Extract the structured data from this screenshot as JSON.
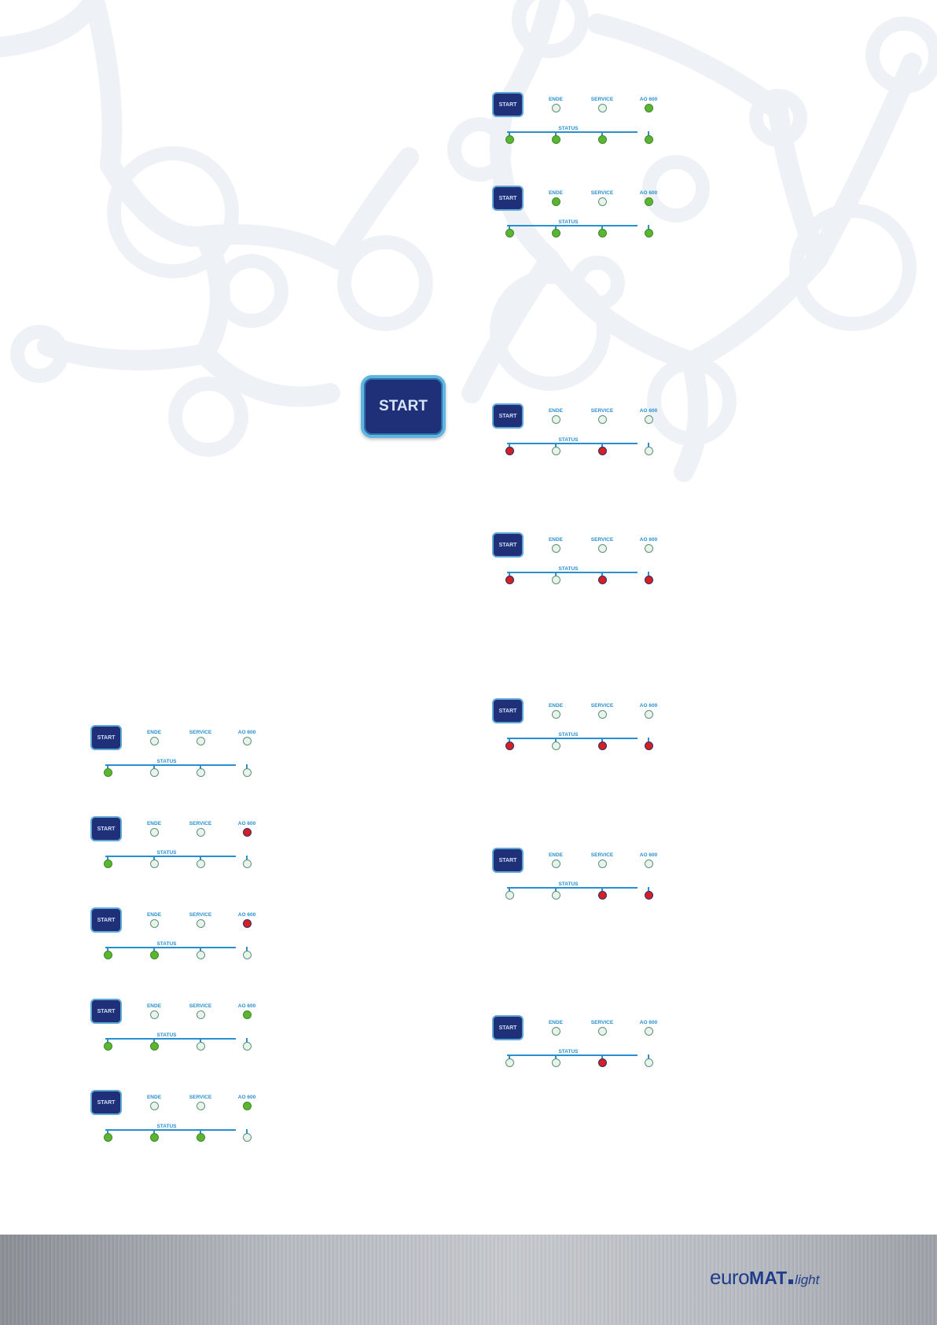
{
  "labels": {
    "start": "START",
    "ende": "ENDE",
    "service": "SERVICE",
    "ao600": "AO 600",
    "status": "STATUS"
  },
  "big_start_label": "START",
  "brand": {
    "euro": "euro",
    "mat": "MAT",
    "light": "light"
  },
  "colors": {
    "led_green": "#5cb532",
    "led_red": "#d61f20",
    "led_off": "#e9f4e7",
    "accent_blue": "#2a8fd0",
    "button_navy": "#1f2f78",
    "brand_blue": "#1f3d8a"
  },
  "panels": [
    {
      "id": "r1",
      "column": "right",
      "top_leds": [
        "off",
        "off",
        "green"
      ],
      "status_leds": [
        "green",
        "green",
        "green",
        "green"
      ]
    },
    {
      "id": "r2",
      "column": "right",
      "top_leds": [
        "green",
        "off",
        "green"
      ],
      "status_leds": [
        "green",
        "green",
        "green",
        "green"
      ]
    },
    {
      "id": "r3",
      "column": "right",
      "top_leds": [
        "off",
        "off",
        "off"
      ],
      "status_leds": [
        "red",
        "off",
        "red",
        "off"
      ]
    },
    {
      "id": "r4",
      "column": "right",
      "top_leds": [
        "off",
        "off",
        "off"
      ],
      "status_leds": [
        "red",
        "off",
        "red",
        "red"
      ]
    },
    {
      "id": "r5",
      "column": "right",
      "top_leds": [
        "off",
        "off",
        "off"
      ],
      "status_leds": [
        "red",
        "off",
        "red",
        "red"
      ]
    },
    {
      "id": "r6",
      "column": "right",
      "top_leds": [
        "off",
        "off",
        "off"
      ],
      "status_leds": [
        "off",
        "off",
        "red",
        "red"
      ]
    },
    {
      "id": "r7",
      "column": "right",
      "top_leds": [
        "off",
        "off",
        "off"
      ],
      "status_leds": [
        "off",
        "off",
        "red",
        "off"
      ]
    },
    {
      "id": "l1",
      "column": "left",
      "top_leds": [
        "off",
        "off",
        "off"
      ],
      "status_leds": [
        "green",
        "off",
        "off",
        "off"
      ]
    },
    {
      "id": "l2",
      "column": "left",
      "top_leds": [
        "off",
        "off",
        "red"
      ],
      "status_leds": [
        "green",
        "off",
        "off",
        "off"
      ]
    },
    {
      "id": "l3",
      "column": "left",
      "top_leds": [
        "off",
        "off",
        "red"
      ],
      "status_leds": [
        "green",
        "green",
        "off",
        "off"
      ]
    },
    {
      "id": "l4",
      "column": "left",
      "top_leds": [
        "off",
        "off",
        "green"
      ],
      "status_leds": [
        "green",
        "green",
        "off",
        "off"
      ]
    },
    {
      "id": "l5",
      "column": "left",
      "top_leds": [
        "off",
        "off",
        "green"
      ],
      "status_leds": [
        "green",
        "green",
        "green",
        "off"
      ]
    }
  ]
}
